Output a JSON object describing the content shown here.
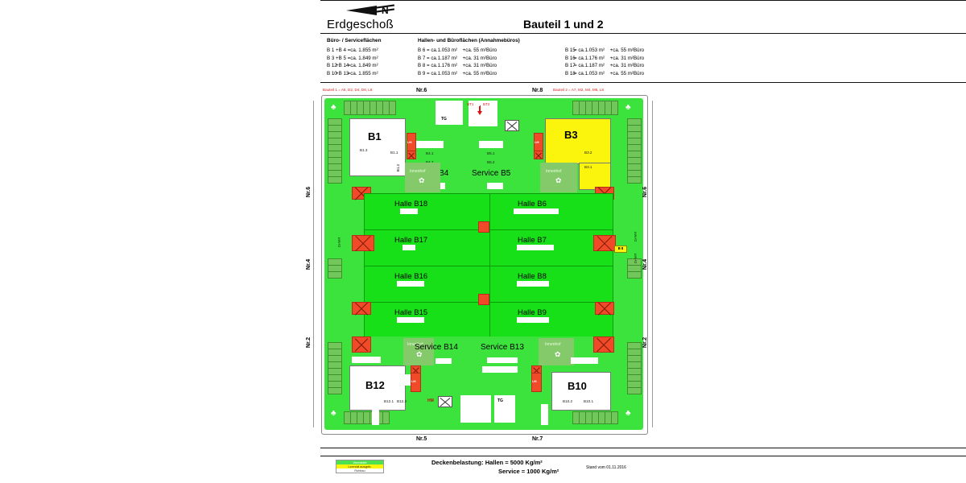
{
  "header": {
    "north_icon": "north-arrow-icon",
    "north_letter": "N",
    "title_left": "Erdgeschoß",
    "title_right": "Bauteil 1 und 2"
  },
  "area_tables": {
    "office_heading": "Büro- / Serviceflächen",
    "office_rows": [
      {
        "a": "B  1",
        "plus": "+",
        "b": "B  4",
        "eq": "=",
        "val": "ca. 1.855 m²"
      },
      {
        "a": "B  3",
        "plus": "+",
        "b": "B  5",
        "eq": "=",
        "val": "ca. 1.849 m²"
      },
      {
        "a": "B 12",
        "plus": "+",
        "b": "B 14",
        "eq": "=",
        "val": "ca. 1.849 m²"
      },
      {
        "a": "B 10",
        "plus": "+",
        "b": "B 13",
        "eq": "=",
        "val": "ca. 1.855 m²"
      }
    ],
    "hall_heading": "Hallen- und Büroflächen (Annahmebüros)",
    "hall_rows_left": [
      {
        "a": "B  6",
        "eq": "= ca.",
        "hall": "1.053 m²",
        "plus": "+",
        "off": "ca. 55 m²",
        "suffix": "Büro"
      },
      {
        "a": "B  7",
        "eq": "= ca.",
        "hall": "1.187 m²",
        "plus": "+",
        "off": "ca. 31 m²",
        "suffix": "Büro"
      },
      {
        "a": "B  8",
        "eq": "= ca.",
        "hall": "1.176 m²",
        "plus": "+",
        "off": "ca. 31 m²",
        "suffix": "Büro"
      },
      {
        "a": "B  9",
        "eq": "= ca.",
        "hall": "1.053 m²",
        "plus": "+",
        "off": "ca. 55 m²",
        "suffix": "Büro"
      }
    ],
    "hall_rows_right": [
      {
        "a": "B 15",
        "eq": "= ca.",
        "hall": "1.053 m²",
        "plus": "+",
        "off": "ca. 55 m²",
        "suffix": "Büro"
      },
      {
        "a": "B 16",
        "eq": "= ca.",
        "hall": "1.176 m²",
        "plus": "+",
        "off": "ca. 31 m²",
        "suffix": "Büro"
      },
      {
        "a": "B 17",
        "eq": "= ca.",
        "hall": "1.187 m²",
        "plus": "+",
        "off": "ca. 31 m²",
        "suffix": "Büro"
      },
      {
        "a": "B 18",
        "eq": "= ca.",
        "hall": "1.053 m²",
        "plus": "+",
        "off": "ca. 55 m²",
        "suffix": "Büro"
      }
    ]
  },
  "plan": {
    "bauteil1_note": "Bauteil 1 = A5, D2, D4, D6, L8",
    "bauteil2_note": "Bauteil 2 = A7, M2, M4, M6, L8",
    "bt1": "BT1",
    "bt2": "BT2",
    "streets": {
      "top_left": "Nr.6",
      "top_right": "Nr.8",
      "bottom_left": "Nr.5",
      "bottom_right": "Nr.7",
      "left": [
        "Nr.6",
        "Nr.4",
        "Nr.2"
      ],
      "right": [
        "Nr.6",
        "Nr.4",
        "Nr.2"
      ]
    },
    "buildings": {
      "b1": "B1",
      "b3": "B3",
      "b10": "B10",
      "b12": "B12"
    },
    "services": {
      "b4": "Service B4",
      "b5": "Service B5",
      "b13": "Service B13",
      "b14": "Service B14"
    },
    "halls_left": [
      "Halle B18",
      "Halle B17",
      "Halle B16",
      "Halle B15"
    ],
    "halls_right": [
      "Halle B6",
      "Halle B7",
      "Halle B8",
      "Halle B9"
    ],
    "sub_labels": {
      "b1_3": "B1.3",
      "b1_1": "B1.1",
      "b1_2": "B1.2",
      "b4_1": "B4.1",
      "b4_2": "B4.2",
      "b5_1": "B5.1",
      "b5_2": "B5.2",
      "b3_2": "B3.2",
      "b3_1": "B3.1",
      "b12_1": "B12.1",
      "b12_2": "B12.2",
      "b10_2": "B10.2",
      "b10_1": "B10.1"
    },
    "markers": {
      "lift": "Lift",
      "innenhof": "Innenhof",
      "tg": "TG",
      "hm": "HM",
      "zufahrt": "Zu-\nfahrt",
      "b8_tag": "B 8"
    }
  },
  "footer": {
    "legend": {
      "vermietet": "Vermietet",
      "laeuft_aus": "Leerstd ausgeb.",
      "rohbau": "Rohbau"
    },
    "deckenbelastung_label": "Deckenbelastung:",
    "deckenbelastung_hallen": "Hallen = 5000 Kg/m²",
    "deckenbelastung_service": "Service = 1000 Kg/m²",
    "stand": "Stand vom 01.11.2016"
  },
  "colors": {
    "green": "#3ce33c",
    "hall_green": "#18e018",
    "yellow": "#fbf40c",
    "red": "#f04a28",
    "lawn": "#5fbf4a",
    "note_red": "#d81a1a"
  }
}
